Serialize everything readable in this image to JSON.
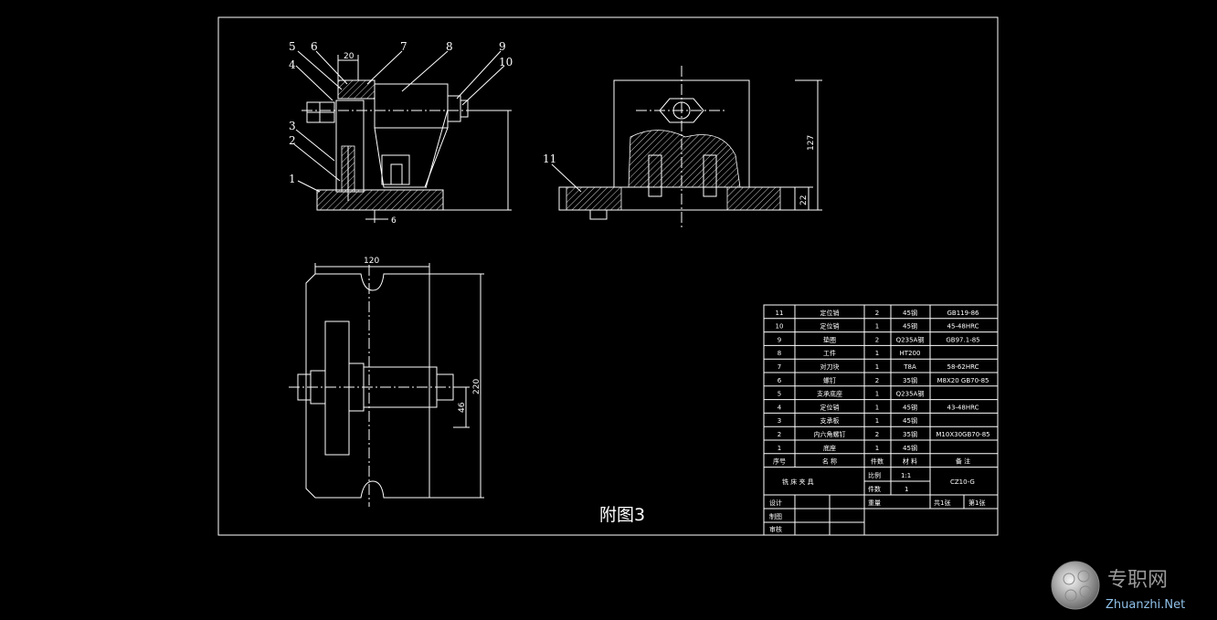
{
  "drawing": {
    "title": "附图3",
    "part_labels": [
      "1",
      "2",
      "3",
      "4",
      "5",
      "6",
      "7",
      "8",
      "9",
      "10",
      "11"
    ],
    "dimensions": {
      "top_width": "20",
      "top_h_small": "6",
      "right_height": "127",
      "right_base": "22",
      "plan_width": "120",
      "plan_height": "220",
      "plan_mid": "46"
    }
  },
  "title_block": {
    "rows": [
      {
        "no": "11",
        "name": "定位销",
        "qty": "2",
        "material": "45钢",
        "note": "GB119-86"
      },
      {
        "no": "10",
        "name": "定位销",
        "qty": "1",
        "material": "45钢",
        "note": "45-48HRC"
      },
      {
        "no": "9",
        "name": "垫圈",
        "qty": "2",
        "material": "Q235A钢",
        "note": "GB97.1-85"
      },
      {
        "no": "8",
        "name": "工件",
        "qty": "1",
        "material": "HT200",
        "note": ""
      },
      {
        "no": "7",
        "name": "对刀块",
        "qty": "1",
        "material": "T8A",
        "note": "58-62HRC"
      },
      {
        "no": "6",
        "name": "螺钉",
        "qty": "2",
        "material": "35钢",
        "note": "M8X20 GB70-85"
      },
      {
        "no": "5",
        "name": "支承底座",
        "qty": "1",
        "material": "Q235A钢",
        "note": ""
      },
      {
        "no": "4",
        "name": "定位销",
        "qty": "1",
        "material": "45钢",
        "note": "43-48HRC"
      },
      {
        "no": "3",
        "name": "支承板",
        "qty": "1",
        "material": "45钢",
        "note": ""
      },
      {
        "no": "2",
        "name": "内六角螺钉",
        "qty": "2",
        "material": "35钢",
        "note": "M10X30GB70-85"
      },
      {
        "no": "1",
        "name": "底座",
        "qty": "1",
        "material": "45钢",
        "note": ""
      }
    ],
    "header": {
      "no": "序号",
      "name": "名 称",
      "qty": "件数",
      "material": "材 料",
      "note": "备 注"
    },
    "fixture_name": "铣 床 夹 具",
    "scale_label": "比例",
    "scale_value": "1:1",
    "count_label": "件数",
    "count_value": "1",
    "weight_label": "重量",
    "drawing_no": "CZ10-G",
    "sheet_total": "共1张",
    "sheet_no": "第1张",
    "design": "设计",
    "draw": "制图",
    "check": "审核"
  },
  "watermark": {
    "cn": "专职网",
    "en": "Zhuanzhi.Net"
  }
}
